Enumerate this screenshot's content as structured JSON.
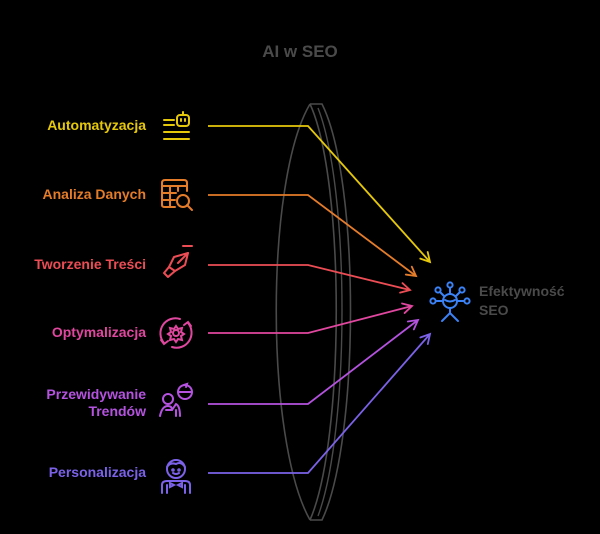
{
  "title": "AI w SEO",
  "target": {
    "label_line1": "Efektywność",
    "label_line2": "SEO",
    "icon": "person-network-icon",
    "color": "#3b82f6"
  },
  "lens_color": "#4a4a4a",
  "inputs": [
    {
      "id": "automatyzacja",
      "lines": [
        "Automatyzacja"
      ],
      "icon": "robot-list-icon",
      "color": "#e6c80b"
    },
    {
      "id": "analiza-danych",
      "lines": [
        "Analiza Danych"
      ],
      "icon": "table-search-icon",
      "color": "#e57c2a"
    },
    {
      "id": "tworzenie-tresci",
      "lines": [
        "Tworzenie Treści"
      ],
      "icon": "pen-nib-icon",
      "color": "#ec4d55"
    },
    {
      "id": "optymalizacja",
      "lines": [
        "Optymalizacja"
      ],
      "icon": "gear-cycle-icon",
      "color": "#e0479f"
    },
    {
      "id": "przewidywanie-trendow",
      "lines": [
        "Przewidywanie",
        "Trendów"
      ],
      "icon": "person-forecast-icon",
      "color": "#b553e0"
    },
    {
      "id": "personalizacja",
      "lines": [
        "Personalizacja"
      ],
      "icon": "person-bowtie-icon",
      "color": "#7b62e8"
    }
  ]
}
